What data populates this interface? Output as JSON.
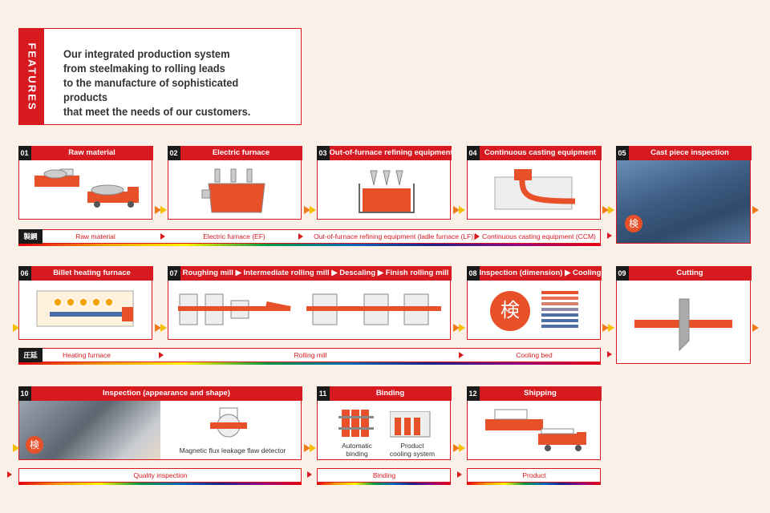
{
  "features": {
    "tab": "FEATURES",
    "lines": [
      "Our integrated production system",
      "from steelmaking to rolling leads",
      "to the manufacture of sophisticated products",
      "that meet the needs of our customers."
    ]
  },
  "steps": [
    {
      "num": "01",
      "title": "Raw material"
    },
    {
      "num": "02",
      "title": "Electric furnace"
    },
    {
      "num": "03",
      "title": "Out-of-furnace refining equipment"
    },
    {
      "num": "04",
      "title": "Continuous casting equipment"
    },
    {
      "num": "05",
      "title": "Cast piece inspection"
    },
    {
      "num": "06",
      "title": "Billet heating furnace"
    },
    {
      "num": "07",
      "title": "Roughing mill  ▶ Intermediate rolling mill  ▶ Descaling  ▶ Finish rolling mill"
    },
    {
      "num": "08",
      "title": "Inspection (dimension) ▶ Cooling bed"
    },
    {
      "num": "09",
      "title": "Cutting"
    },
    {
      "num": "10",
      "title": "Inspection (appearance and shape)"
    },
    {
      "num": "11",
      "title": "Binding"
    },
    {
      "num": "12",
      "title": "Shipping"
    }
  ],
  "captions": {
    "inspect_kanji": "検",
    "flaw_detector": "Magnetic flux leakage flaw detector",
    "auto_binding": [
      "Automatic",
      "binding"
    ],
    "cooling_system": [
      "Product",
      "cooling system"
    ]
  },
  "bands": {
    "steelmaking": {
      "tag": "製鋼",
      "labels": [
        "Raw material",
        "Electric furnace (EF)",
        "Out-of-furnace refining equipment (ladle furnace (LF))",
        "Continuous casting equipment (CCM)"
      ]
    },
    "rolling": {
      "tag": "圧延",
      "labels": [
        "Heating furnace",
        "Rolling mill",
        "Cooling bed"
      ]
    },
    "finishing": {
      "labels": [
        "Quality inspection",
        "Binding",
        "Product"
      ]
    }
  },
  "colors": {
    "brand_red": "#d71920",
    "accent_orange": "#f07a1a",
    "accent_yellow": "#f5c000",
    "steel_blue": "#4a6fa5"
  }
}
